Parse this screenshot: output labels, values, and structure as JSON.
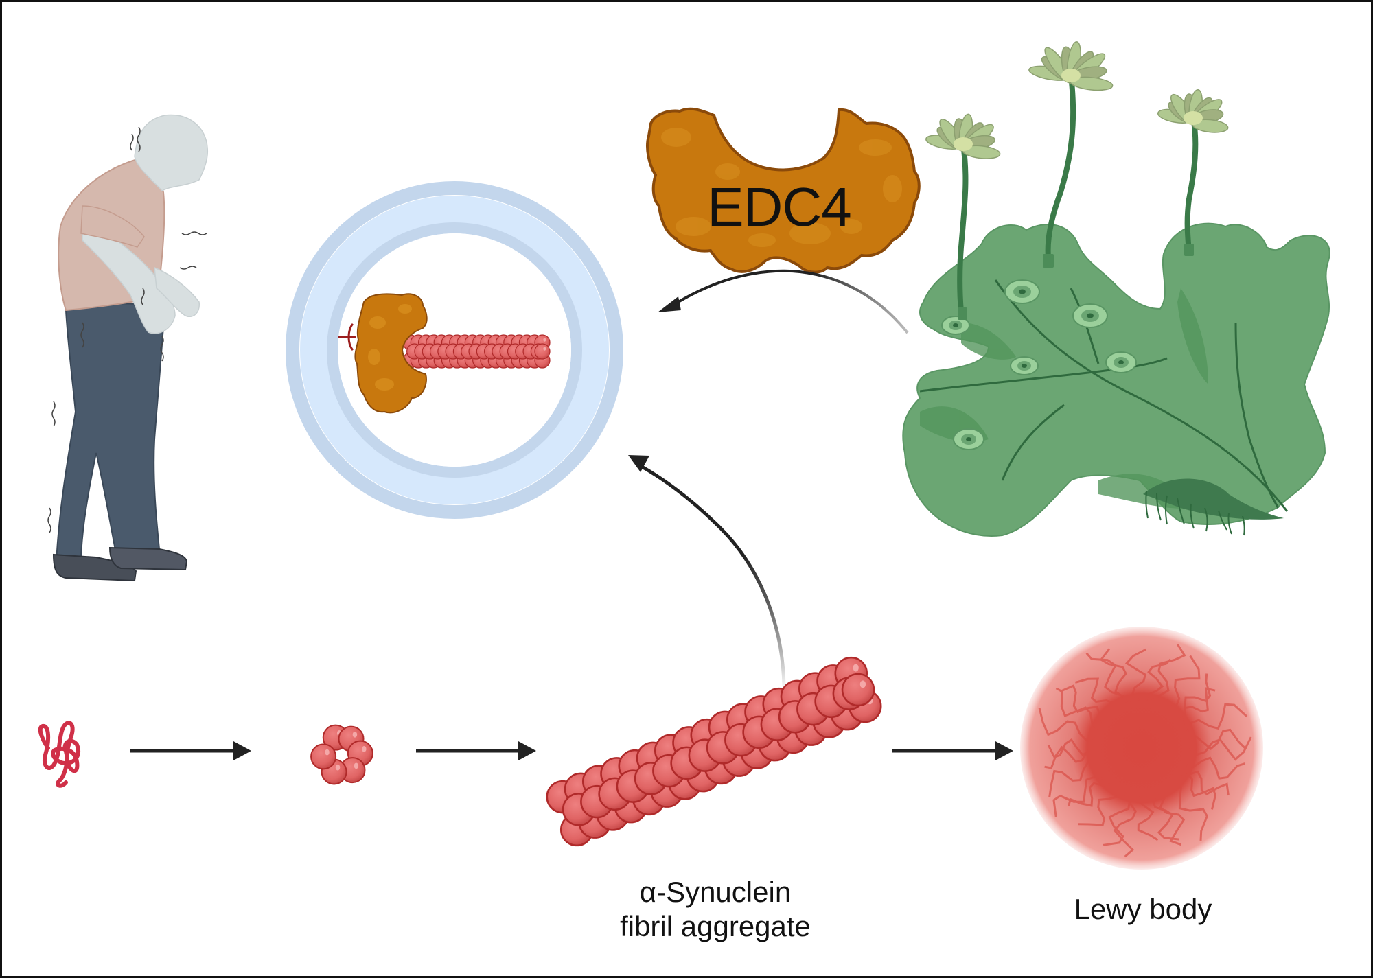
{
  "figure": {
    "title": "EDC4 from liverwort inhibits α-synuclein fibril aggregation in Parkinson's disease",
    "colors": {
      "protein_fill": "#C8780E",
      "protein_outline": "#8B4A0A",
      "synuclein_red": "#E06464",
      "cell_ring": "#C3D6EC",
      "cell_ring_light": "#D6E8FC",
      "plant_green": "#6BA673",
      "arrow": "#222222",
      "lewy_core": "#D84A42"
    }
  },
  "labels": {
    "protein": "EDC4",
    "fibril": "α-Synuclein\nfibril aggregate",
    "fibril_line1": "α-Synuclein",
    "fibril_line2": "fibril aggregate",
    "lewy_body": "Lewy body"
  },
  "elements": {
    "patient": "parkinson-patient-icon",
    "cell": "cell-icon",
    "protein": "edc4-protein-icon",
    "plant": "liverwort-plant-icon",
    "monomer": "alpha-synuclein-monomer-icon",
    "oligomer": "alpha-synuclein-oligomer-icon",
    "fibril": "alpha-synuclein-fibril-icon",
    "lewy_body": "lewy-body-icon"
  },
  "pathway": [
    {
      "from": "monomer",
      "to": "oligomer",
      "type": "arrow"
    },
    {
      "from": "oligomer",
      "to": "fibril",
      "type": "arrow"
    },
    {
      "from": "fibril",
      "to": "lewy_body",
      "type": "arrow"
    },
    {
      "from": "fibril",
      "to": "cell",
      "type": "curved-arrow"
    },
    {
      "from": "plant",
      "to": "cell",
      "type": "curved-arrow"
    },
    {
      "from": "protein",
      "to": "fibril",
      "type": "inhibition"
    }
  ]
}
